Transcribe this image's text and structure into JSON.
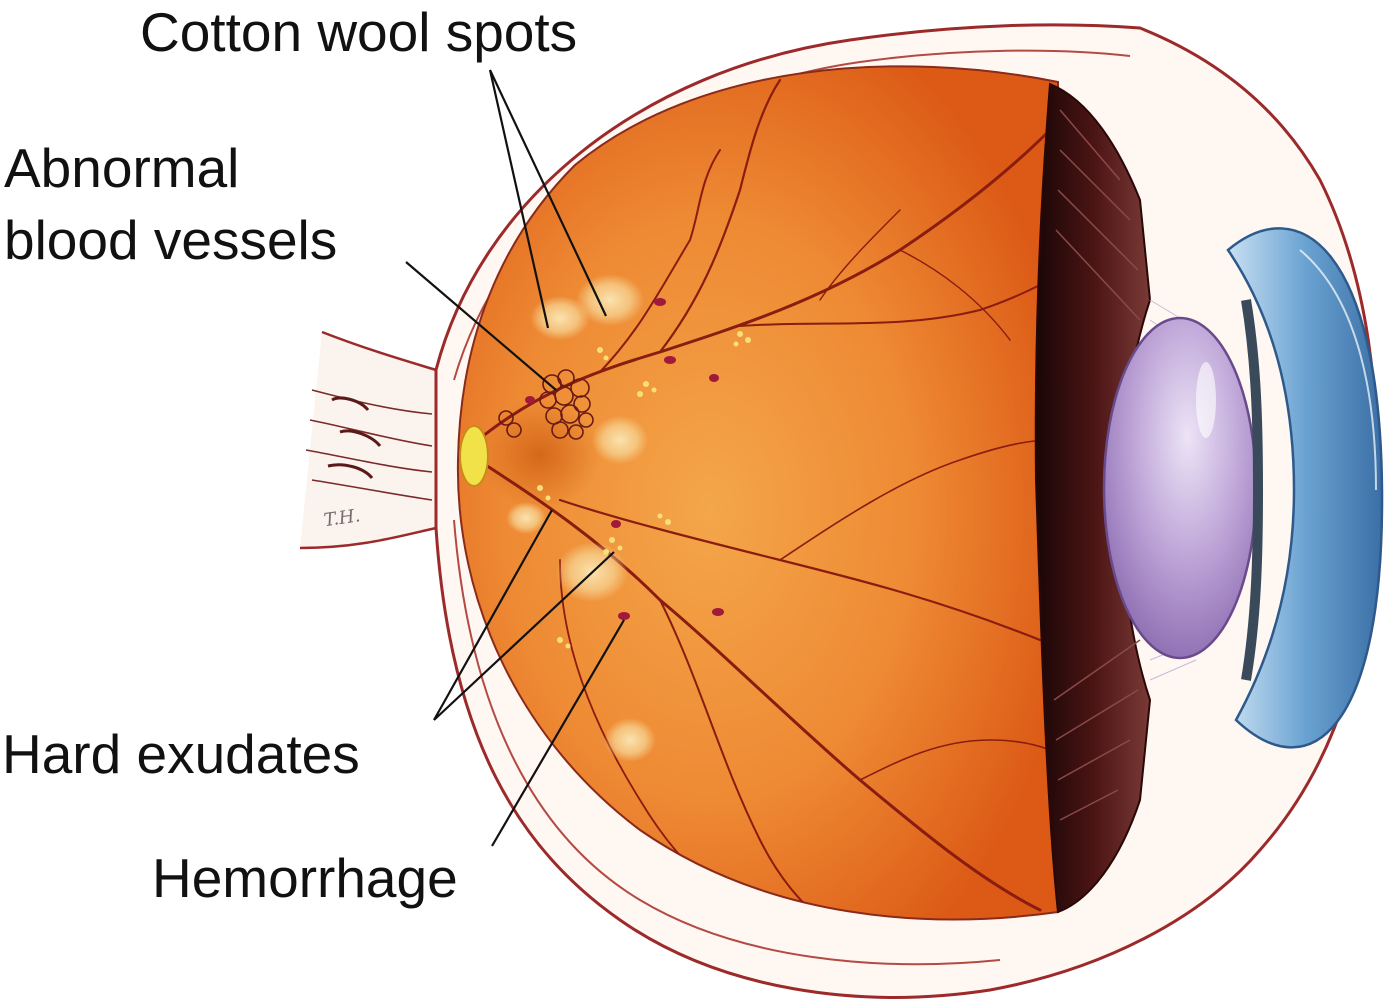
{
  "labels": {
    "cotton_wool_spots": "Cotton wool spots",
    "abnormal_blood_vessels_line1": "Abnormal",
    "abnormal_blood_vessels_line2": "blood vessels",
    "hard_exudates": "Hard exudates",
    "hemorrhage": "Hemorrhage"
  },
  "signature": "T.H.",
  "colors": {
    "retina_light": "#f4a64a",
    "retina_dark": "#dc5a16",
    "vessel": "#8a1c10",
    "sclera_line": "#9c2a2a",
    "iris_ciliary": "#3a0f10",
    "lens": "#a98ac4",
    "cornea": "#6aa3d2",
    "cotton_wool": "#fbe3b0",
    "exudate": "#f7e07a",
    "hemorrhage": "#a11a3c",
    "optic_disc": "#f2e24a"
  }
}
